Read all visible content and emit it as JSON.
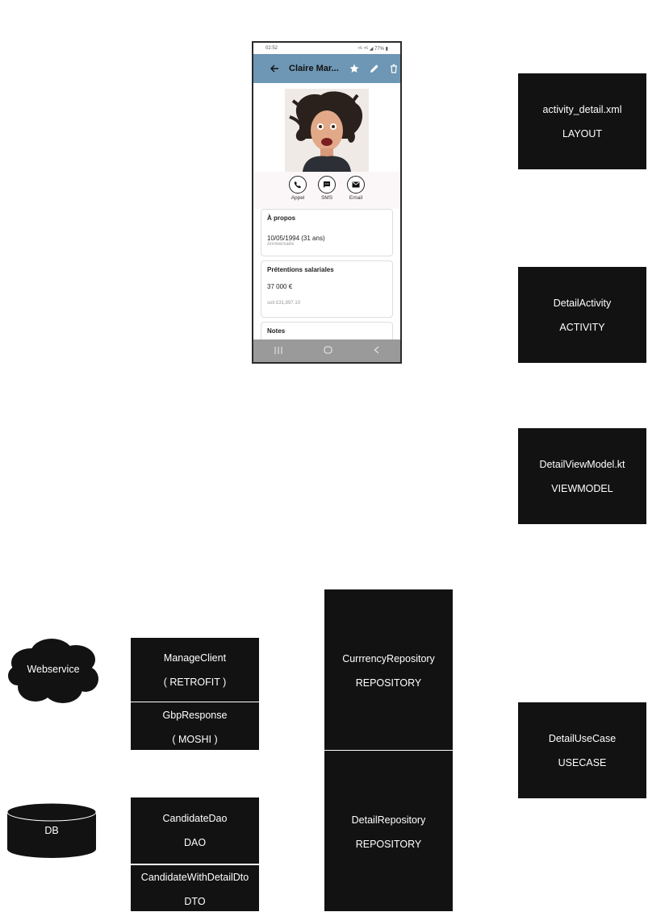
{
  "phone": {
    "status_time": "02:52",
    "status_right": "⁵ᴳ ⁴ᴳ ◢ 77% ▮",
    "contact_name": "Claire Mar...",
    "actions": [
      {
        "label": "Appel",
        "icon": "phone-icon"
      },
      {
        "label": "SMS",
        "icon": "sms-icon"
      },
      {
        "label": "Email",
        "icon": "email-icon"
      }
    ],
    "about": {
      "title": "À propos",
      "date": "10/05/1994 (31 ans)",
      "sub": "Anniversaire"
    },
    "salary": {
      "title": "Prétentions salariales",
      "value": "37 000 €",
      "converted": "soit £31,897.10"
    },
    "notes": {
      "title": "Notes"
    }
  },
  "nodes": {
    "layout": {
      "name": "activity_detail.xml",
      "kind": "LAYOUT"
    },
    "activity": {
      "name": "DetailActivity",
      "kind": "ACTIVITY"
    },
    "viewmodel": {
      "name": "DetailViewModel.kt",
      "kind": "VIEWMODEL"
    },
    "usecase": {
      "name": "DetailUseCase",
      "kind": "USECASE"
    },
    "currency_repo": {
      "name": "CurrrencyRepository",
      "kind": "REPOSITORY"
    },
    "detail_repo": {
      "name": "DetailRepository",
      "kind": "REPOSITORY"
    },
    "manage_client": {
      "name": "ManageClient",
      "kind": "( RETROFIT )"
    },
    "gbp_response": {
      "name": "GbpResponse",
      "kind": "( MOSHI )"
    },
    "candidate_dao": {
      "name": "CandidateDao",
      "kind": "DAO"
    },
    "candidate_dto": {
      "name": "CandidateWithDetailDto",
      "kind": "DTO"
    },
    "webservice": {
      "name": "Webservice"
    },
    "db": {
      "name": "DB"
    }
  }
}
